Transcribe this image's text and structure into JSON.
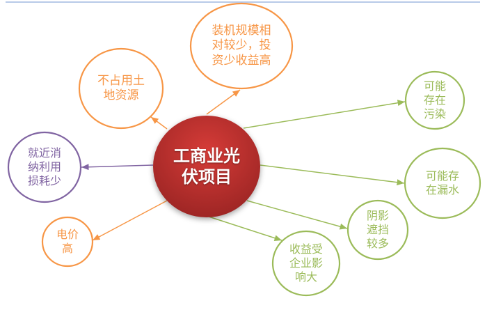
{
  "colors": {
    "orange": "#f79646",
    "green": "#9bbb59",
    "purple": "#8064a2",
    "center": "#b7302f",
    "rule": "#8eaadb"
  },
  "center": {
    "lines": [
      "工商业光",
      "伏项目"
    ]
  },
  "nodes": [
    {
      "id": "land",
      "lines": [
        "不占用土",
        "地资源"
      ],
      "color": "orange"
    },
    {
      "id": "investment",
      "lines": [
        "装机规模相",
        "对较少，投",
        "资少收益高"
      ],
      "color": "orange"
    },
    {
      "id": "pollution",
      "lines": [
        "可能",
        "存在",
        "污染"
      ],
      "color": "green"
    },
    {
      "id": "local",
      "lines": [
        "就近消",
        "纳利用",
        "损耗少"
      ],
      "color": "purple"
    },
    {
      "id": "leak",
      "lines": [
        "可能存",
        "在漏水"
      ],
      "color": "green"
    },
    {
      "id": "shadow",
      "lines": [
        "阴影",
        "遮挡",
        "较多"
      ],
      "color": "green"
    },
    {
      "id": "income",
      "lines": [
        "收益受",
        "企业影",
        "响大"
      ],
      "color": "green"
    },
    {
      "id": "price",
      "lines": [
        "电价",
        "高"
      ],
      "color": "orange"
    }
  ]
}
